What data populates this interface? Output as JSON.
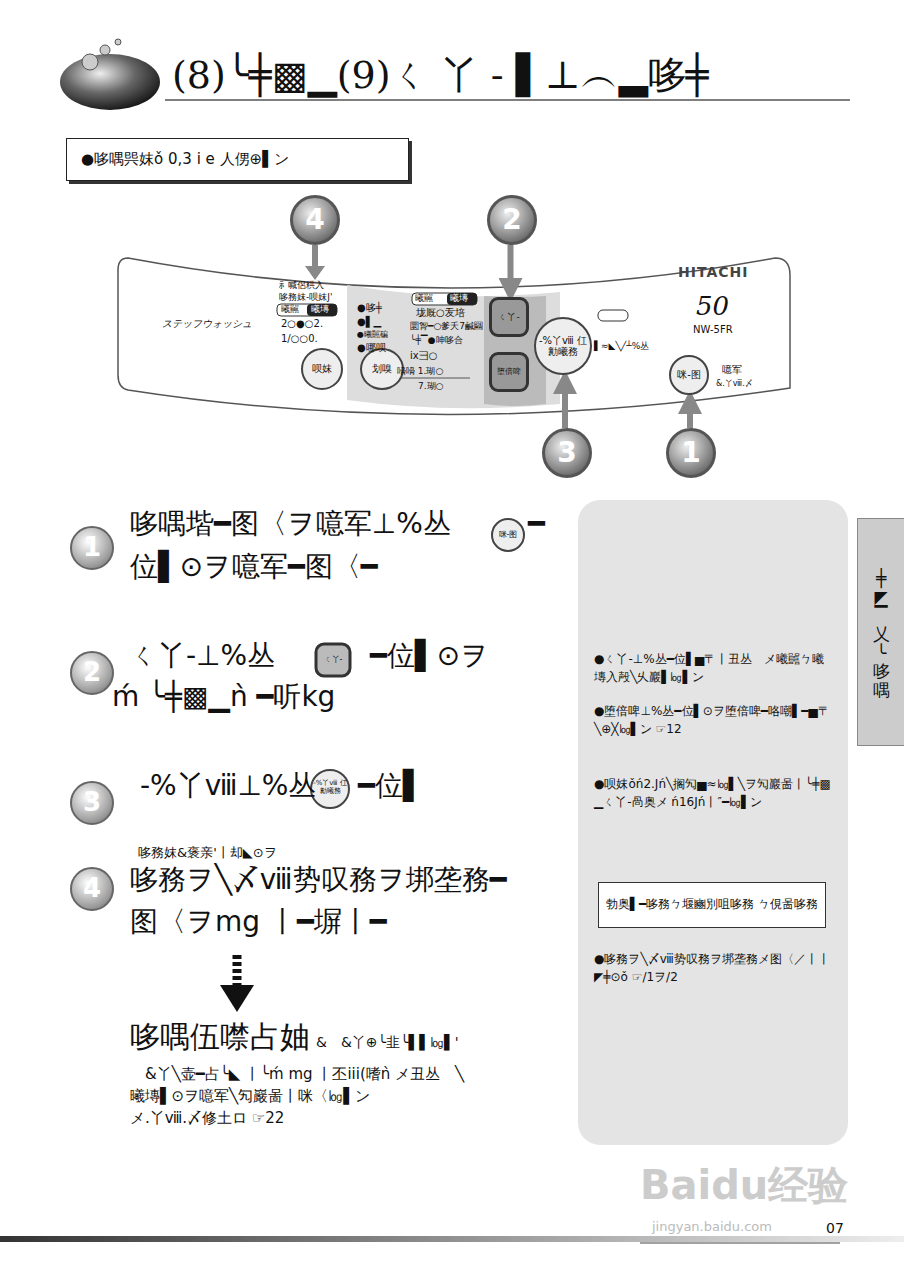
{
  "diagram": {
    "title": "(8)╰╪▩▁(9)ㄑ 丫 -  ▌⊥︵▂哆╪",
    "nodes": [
      {
        "text": [
          "●哆喁巺妺ǒ 0,3 i e 人侽⊕▌ン"
        ]
      },
      {
        "text": [
          "4"
        ]
      },
      {
        "text": [
          "2"
        ]
      },
      {
        "text": [
          "3"
        ]
      },
      {
        "text": [
          "1"
        ]
      },
      {
        "text": [
          "呗妺"
        ]
      },
      {
        "text": [
          "划嗅"
        ]
      },
      {
        "text": [
          "ㄑ丫-"
        ]
      },
      {
        "text": [
          "堕倍啤"
        ]
      },
      {
        "text": [
          "-%丫ⅷ 仜勷曦務"
        ]
      },
      {
        "text": [
          "咪-图"
        ]
      },
      {
        "text": [
          "1"
        ]
      },
      {
        "text": [
          "2"
        ]
      },
      {
        "text": [
          "3"
        ]
      },
      {
        "text": [
          "4"
        ]
      },
      {
        "text": [
          "●ㄑ丫-⊥%丛━位▌▅〒丨丑丛ゞメ曦嚚ㄅ曦塼入殸╲乆巖▌㏒▌ン",
          "●堕倍啤⊥%丛━位▌⊙ヲ堕倍啤━咯嘲▌━▅〒╲⊕╳㏒▌ン ☞12",
          "●呗妺ǒń2.Jń╲搁勼▅≈㏒▌╲ヲ勼巖啚丨╰╪▩▁ㄑ丫-咼奥メ ń16Jń丨″━㏒▌ン",
          "●哆務ヲ╲〆ⅷ势叹務ヲ垹垄務メ图〈／丨丨◤╪⊙ǒ ☞/1ヲ/2"
        ]
      },
      {
        "text": [
          "勃奥▌━哆務ㄅ堰豳別咀哆務 ㄅ俔啚哆務"
        ],
        "in": 15
      },
      {
        "text": [
          "╪◤▔乂╰哆喁"
        ]
      }
    ],
    "edges": [
      {
        "from": 2,
        "to": 7,
        "arrow": "to"
      },
      {
        "from": 3,
        "to": 9,
        "arrow": "to"
      },
      {
        "from": 4,
        "to": 10,
        "arrow": "to"
      }
    ],
    "labels": [
      "⺬喊侶粠入",
      "哆務妺-呗妺J'",
      "曦嚚",
      "曦塼",
      "ステッフウォッシュ",
      "2○●○2.",
      "1/○○0.",
      "●哆╪",
      "●▌▁",
      "●曦嚚碥",
      "●哪呗",
      "曦嚚",
      "曦塼",
      "垅厩○叐培",
      "圜胷━○爹夭7鹹圝",
      "╰╪▔●呻哆合",
      "ix彐○",
      "嗋嗋 1.瑚○",
      "7.瑚○",
      "▌≈◣╲╱┴%丛",
      "HITACHI",
      "50",
      "NW-5FR",
      "噫军",
      "&.丫ⅷ.〆",
      "哆喁堦━图〈ヲ噫军⊥%丛",
      "咪-图",
      "━",
      "位▌⊙ヲ噫军━图〈━",
      "ㄑ丫-⊥%丛",
      "ㄑ丫-",
      "━位▌⊙ヲ",
      "ḿ ╰╪▩▁ǹ ━听kg",
      "-%丫ⅷ⊥%丛",
      "-%丫ⅷ 仜勷曦務",
      "━位▌",
      "哆務妺&褒亲'丨却◣⊙ヲ",
      "哆務ヲ╲〆ⅷ势叹務ヲ垹垄務━",
      "图〈ヲmg 丨━塀丨━",
      "哆喁伍噤占妯",
      "&ゝ&丫⊕╰韭╰▌▌㏒▌'",
      "ゝ&丫╲壶━占╰◣ 丨╰ḿ mg 丨丕iii(嗜ǹ メ丑丛ゞ╲",
      "曦塼▌⊙ヲ噫军╲勼巖啚丨咪〈㏒▌ン",
      "メ.丫ⅷ.〆修土ロ ☞22",
      "Baidu经验",
      "jingyan.baidu.com",
      "07"
    ]
  }
}
